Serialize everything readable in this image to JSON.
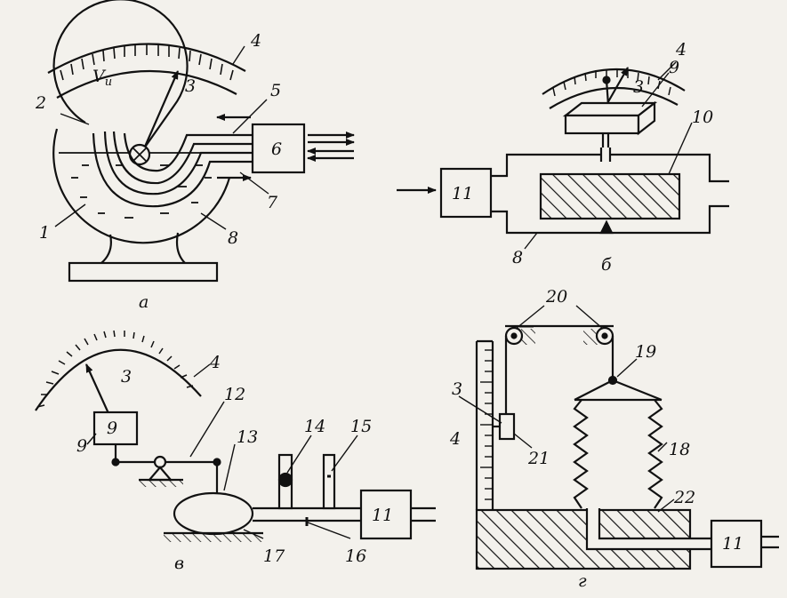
{
  "figure": {
    "panels": {
      "a": {
        "caption": "а",
        "volume_symbol": "V",
        "volume_subscript": "и",
        "block_6": "6",
        "labels": {
          "n1": "1",
          "n2": "2",
          "n3": "3",
          "n4": "4",
          "n5": "5",
          "n7": "7",
          "n8": "8"
        }
      },
      "b": {
        "caption": "б",
        "block_11": "11",
        "labels": {
          "n3": "3",
          "n4": "4",
          "n8": "8",
          "n9": "9",
          "n10": "10"
        }
      },
      "v": {
        "caption": "в",
        "block_9": "9",
        "block_11": "11",
        "labels": {
          "n3": "3",
          "n4": "4",
          "n12": "12",
          "n13": "13",
          "n14": "14",
          "n15": "15",
          "n16": "16",
          "n17": "17"
        }
      },
      "g": {
        "caption": "г",
        "block_11": "11",
        "labels": {
          "n3": "3",
          "n4": "4",
          "n18": "18",
          "n19": "19",
          "n20": "20",
          "n21": "21",
          "n22": "22"
        }
      }
    }
  }
}
